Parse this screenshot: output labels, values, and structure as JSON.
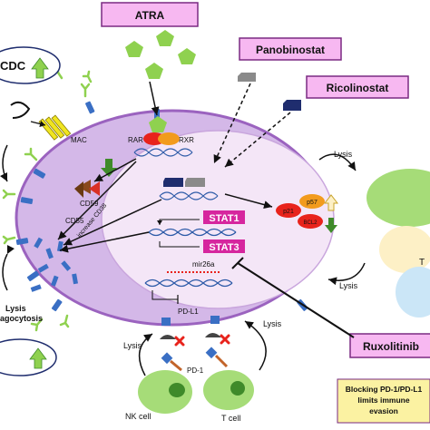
{
  "drugs": {
    "atra": "ATRA",
    "panobinostat": "Panobinostat",
    "ricolinostat": "Ricolinostat",
    "ruxolitinib": "Ruxolitinib"
  },
  "labels": {
    "cdc_top": "CDC",
    "mac": "MAC",
    "rar": "RAR",
    "rxr": "RXR",
    "cd59": "CD59",
    "cd55": "CD55",
    "increase_cd38": "increase CD38",
    "stat1": "STAT1",
    "stat3": "STAT3",
    "mir26a": "mir26a",
    "p21": "p21",
    "p57": "p57",
    "bcl2": "BCL2",
    "lysis_right_top": "Lysis",
    "lysis_right_bottom": "Lysis",
    "lysis_left": "Lysis",
    "phagocytosis": "agocytosis",
    "pdl1": "PD-L1",
    "pd1": "PD-1",
    "lysis_nk": "Lysis",
    "lysis_t": "Lysis",
    "nk_cell": "NK cell",
    "t_cell": "T cell",
    "t_right": "T",
    "blocking_line1": "Blocking PD-1/PD-L1",
    "blocking_line2": "limits immune",
    "blocking_line3": "evasion"
  },
  "colors": {
    "drug_box_fill": "#f7b8f1",
    "drug_box_stroke": "#7a2a82",
    "cell_fill": "#d4b8e8",
    "cell_stroke": "#9b63bf",
    "nucleus_fill": "#f4e6f7",
    "pentagon": "#8fd14f",
    "stat_box": "#d6269e",
    "red_protein": "#e8231c",
    "orange_protein": "#f29b1d",
    "dna": "#2e5ba8",
    "receptor_blue": "#3a6fc4",
    "navy": "#1f2d6e",
    "gray": "#8a8a8a",
    "up_arrow": "#8fd14f",
    "down_arrow": "#3f8a2a",
    "note_fill": "#fbf2a2",
    "nk_cell": "#a6dc78",
    "cream_cell": "#fdf0c6",
    "light_blue_cell": "#cbe6f7"
  },
  "icons": [
    "up-arrow-icon",
    "down-arrow-icon",
    "pentagon-icon",
    "cross-icon"
  ]
}
